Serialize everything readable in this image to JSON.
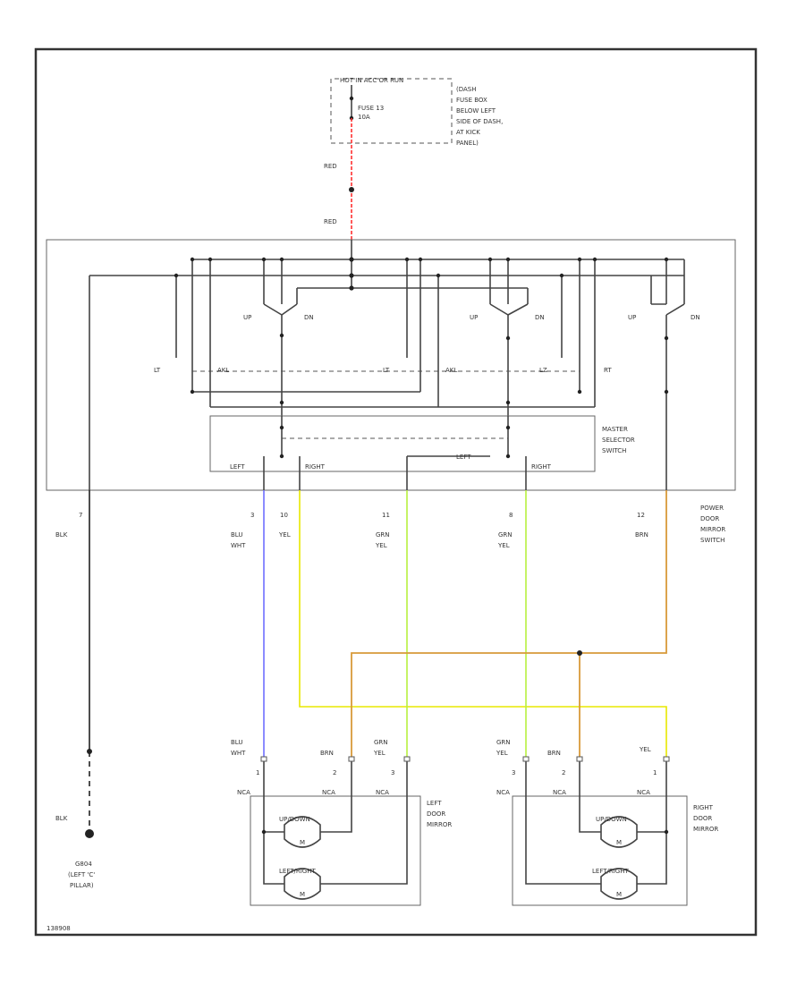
{
  "colors": {
    "red": "#ff3030",
    "blue": "#7070ff",
    "yellow": "#e8e800",
    "green": "#b8f040",
    "tan": "#d89a3a",
    "black": "#222222"
  },
  "fuse": {
    "header": "HOT IN ACC OR RUN",
    "fuse_label": [
      "FUSE 13",
      "10A"
    ],
    "location": [
      "(DASH",
      "FUSE BOX",
      "BELOW LEFT",
      "SIDE OF DASH,",
      "AT KICK",
      "PANEL)"
    ]
  },
  "wire_red_upper": "RED",
  "wire_red_lower": "RED",
  "switch": {
    "up": [
      "UP",
      "UP",
      "UP"
    ],
    "dn": [
      "DN",
      "DN",
      "DN"
    ],
    "positions": [
      "LT",
      "AKL",
      "LT",
      "AKL",
      "LZ",
      "RT"
    ],
    "selector_label": [
      "MASTER",
      "SELECTOR",
      "SWITCH"
    ],
    "left": "LEFT",
    "right": "RIGHT",
    "left2": "LEFT",
    "right2": "RIGHT",
    "name": [
      "POWER",
      "DOOR",
      "MIRROR",
      "SWITCH"
    ]
  },
  "pins": {
    "p7": "7",
    "p3": "3",
    "p10": "10",
    "p11": "11",
    "p8": "8",
    "p12": "12"
  },
  "wires": {
    "blk": "BLK",
    "blu_wht": [
      "BLU",
      "WHT"
    ],
    "yel": "YEL",
    "grn_yel_1": [
      "GRN",
      "YEL"
    ],
    "grn_yel_2": [
      "GRN",
      "YEL"
    ],
    "brn": "BRN"
  },
  "ground": {
    "wire": "BLK",
    "label": [
      "G804",
      "(LEFT 'C'",
      "PILLAR)"
    ]
  },
  "left_mirror": {
    "wire1": [
      "BLU",
      "WHT"
    ],
    "wire2": "BRN",
    "wire3": [
      "GRN",
      "YEL"
    ],
    "pins": [
      "1",
      "2",
      "3"
    ],
    "conn": [
      "NCA",
      "NCA",
      "NCA"
    ],
    "name": [
      "LEFT",
      "DOOR",
      "MIRROR"
    ],
    "motor1": "UP/DOWN",
    "motor2": "LEFT/RIGHT",
    "m": [
      "M",
      "M"
    ]
  },
  "right_mirror": {
    "wire1": [
      "GRN",
      "YEL"
    ],
    "wire2": "BRN",
    "wire3": "YEL",
    "pins": [
      "3",
      "2",
      "1"
    ],
    "conn": [
      "NCA",
      "NCA",
      "NCA"
    ],
    "name": [
      "RIGHT",
      "DOOR",
      "MIRROR"
    ],
    "motor1": "UP/DOWN",
    "motor2": "LEFT/RIGHT",
    "m": [
      "M",
      "M"
    ]
  },
  "figure_code": "138908"
}
